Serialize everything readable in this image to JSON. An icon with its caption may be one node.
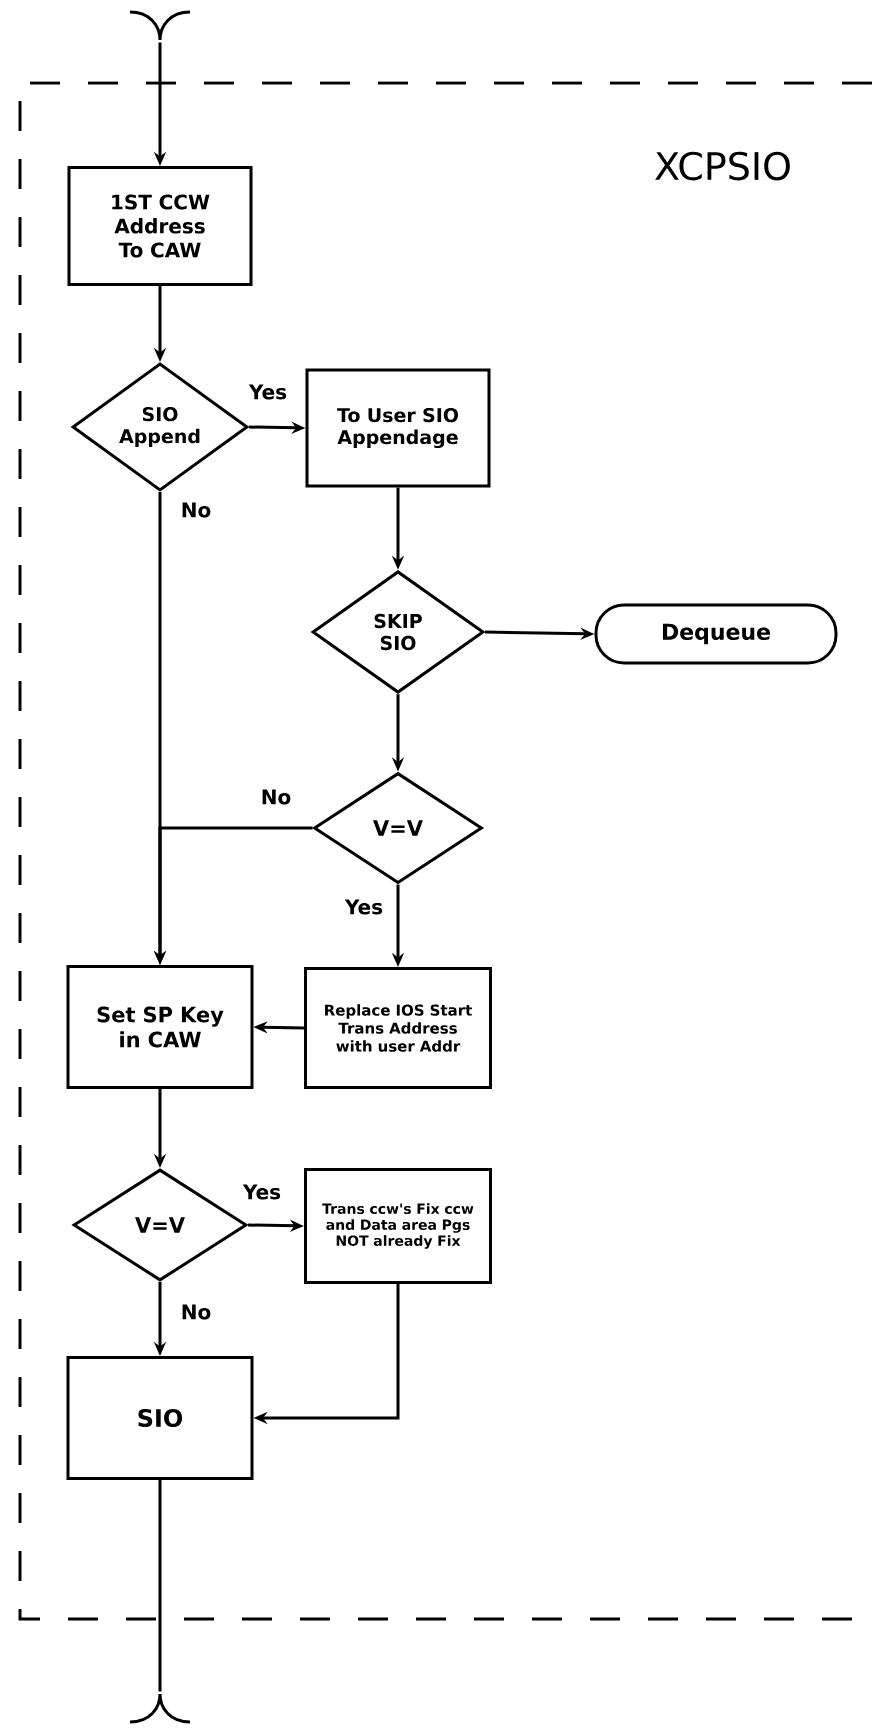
{
  "diagram": {
    "title": "XCPSIO",
    "nodes": [
      {
        "text": [],
        "shape": "break"
      },
      {
        "text": [
          "1ST CCW Address To CAW"
        ]
      },
      {
        "text": [
          "SIO Append"
        ]
      },
      {
        "text": [
          "To User SIO Appendage"
        ]
      },
      {
        "text": [
          "SKIP SIO"
        ]
      },
      {
        "text": [
          "Dequeue"
        ]
      },
      {
        "text": [
          "V=V"
        ]
      },
      {
        "text": [
          "Set SP Key in CAW"
        ]
      },
      {
        "text": [
          "Replace IOS Start Trans Address with user Addr"
        ]
      },
      {
        "text": [
          "V=V"
        ]
      },
      {
        "text": [
          "Trans ccw's Fix ccw and Data area Pgs NOT already Fix"
        ]
      },
      {
        "text": [
          "SIO"
        ]
      },
      {
        "text": [],
        "shape": "break"
      }
    ],
    "edges": [
      {
        "from": 0,
        "to": 1,
        "arrow": "to"
      },
      {
        "from": 1,
        "to": 2,
        "arrow": "to"
      },
      {
        "from": 2,
        "to": 3,
        "arrow": "to",
        "label": "Yes"
      },
      {
        "from": 3,
        "to": 4,
        "arrow": "to"
      },
      {
        "from": 4,
        "to": 5,
        "arrow": "to"
      },
      {
        "from": 4,
        "to": 6,
        "arrow": "to"
      },
      {
        "from": 2,
        "to": 7,
        "arrow": "to",
        "label": "No"
      },
      {
        "from": 6,
        "to": 7,
        "arrow": "to",
        "label": "No"
      },
      {
        "from": 6,
        "to": 8,
        "arrow": "to",
        "label": "Yes"
      },
      {
        "from": 8,
        "to": 7,
        "arrow": "to"
      },
      {
        "from": 7,
        "to": 9,
        "arrow": "to"
      },
      {
        "from": 9,
        "to": 10,
        "arrow": "to",
        "label": "Yes"
      },
      {
        "from": 9,
        "to": 11,
        "arrow": "to",
        "label": "No"
      },
      {
        "from": 10,
        "to": 11,
        "arrow": "to"
      },
      {
        "from": 11,
        "to": 12,
        "arrow": "none"
      }
    ]
  }
}
